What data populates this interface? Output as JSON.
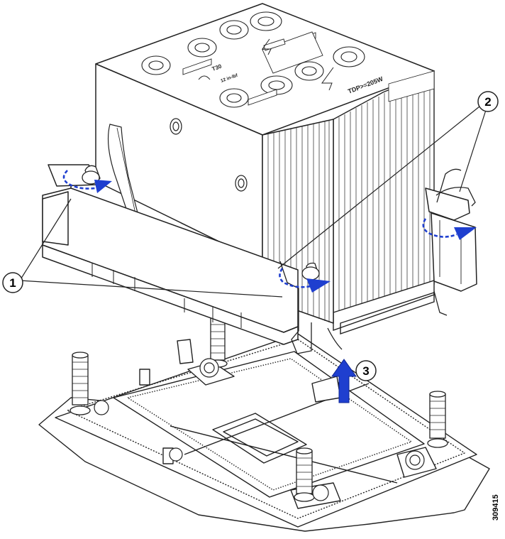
{
  "callouts": [
    {
      "label": "1"
    },
    {
      "label": "2"
    },
    {
      "label": "3"
    }
  ],
  "heatsink_top": {
    "torque_spec": "T30",
    "torque_value": "12 in-lbf",
    "model_label": "TDP>=205W"
  },
  "figure_id": "309415",
  "colors": {
    "arrow": "#1f3fcf",
    "line": "#222222",
    "fill": "#ffffff"
  },
  "icons": [
    "rotate-arrow-icon",
    "lift-arrow-icon",
    "screw-icon",
    "lock-icon"
  ]
}
